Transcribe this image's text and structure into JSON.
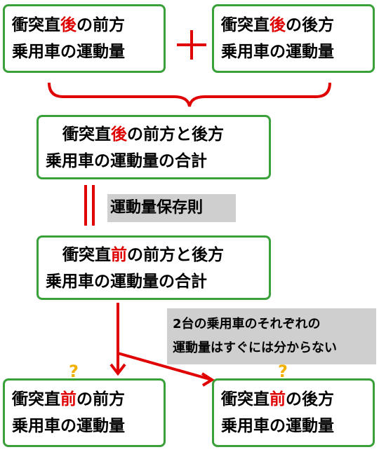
{
  "colors": {
    "box_border": "#3aa03a",
    "accent_red": "#e00000",
    "note_bg": "#cfcfcf",
    "question": "#f2b000"
  },
  "top_left": {
    "l1_a": "衝突直",
    "l1_b": "後",
    "l1_c": "の前方",
    "l2": "乗用車の運動量"
  },
  "top_right": {
    "l1_a": "衝突直",
    "l1_b": "後",
    "l1_c": "の後方",
    "l2": "乗用車の運動量"
  },
  "plus_sign": "+",
  "sum_after": {
    "l1_a": "衝突直",
    "l1_b": "後",
    "l1_c": "の前方と後方",
    "l2": "乗用車の運動量の合計"
  },
  "conservation_label": "運動量保存則",
  "sum_before": {
    "l1_a": "衝突直",
    "l1_b": "前",
    "l1_c": "の前方と後方",
    "l2": "乗用車の運動量の合計"
  },
  "note": {
    "line1": "2台の乗用車のそれぞれの",
    "line2": "運動量はすぐには分からない"
  },
  "question_mark": "?",
  "bottom_left": {
    "l1_a": "衝突直",
    "l1_b": "前",
    "l1_c": "の前方",
    "l2": "乗用車の運動量"
  },
  "bottom_right": {
    "l1_a": "衝突直",
    "l1_b": "前",
    "l1_c": "の後方",
    "l2": "乗用車の運動量"
  }
}
